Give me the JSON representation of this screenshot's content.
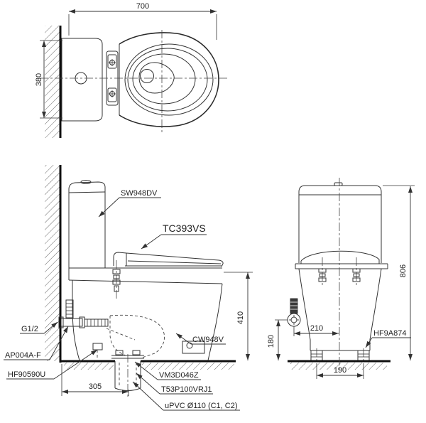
{
  "drawing": {
    "top_view": {
      "dim_width": "700",
      "dim_depth": "380"
    },
    "side_view": {
      "labels": {
        "tank": "SW948DV",
        "seat": "TC393VS",
        "bowl": "CW948V",
        "supply_thread": "G1/2",
        "stop_valve": "AP004A-F",
        "floor_fixing": "HF90590U",
        "flange": "VM3D046Z",
        "joint": "T53P100VRJ1",
        "drain_pipe": "uPVC Ø110 (C1, C2)"
      },
      "dims": {
        "rough_in": "305",
        "seat_height": "410"
      }
    },
    "rear_view": {
      "labels": {
        "foot_bolt": "HF9A874"
      },
      "dims": {
        "height": "806",
        "valve_offset": "210",
        "valve_height": "180",
        "bolt_spacing": "190"
      }
    },
    "colors": {
      "line": "#333333",
      "thick_line": "#0f0f0f",
      "text": "#222222",
      "background": "#ffffff"
    }
  }
}
